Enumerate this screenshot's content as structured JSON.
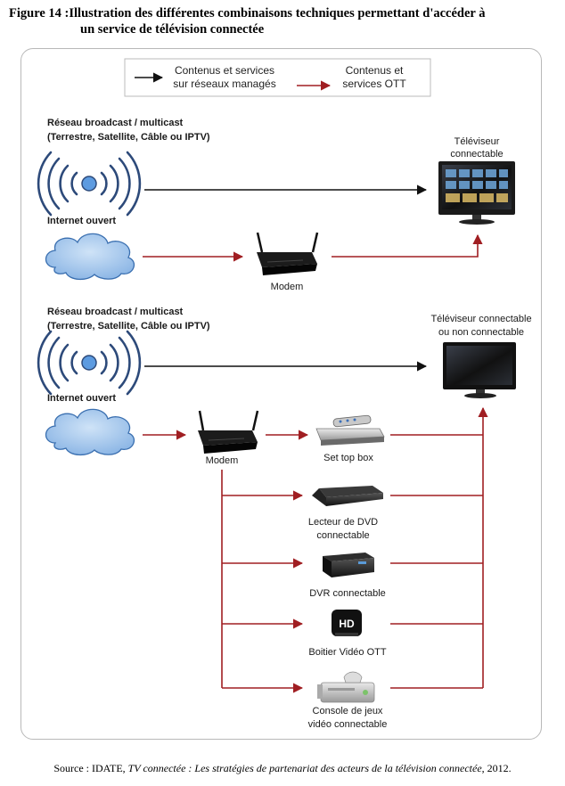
{
  "figure": {
    "title_line1": "Figure 14 :Illustration des différentes combinaisons techniques permettant d'accéder à",
    "title_line2": "un service de télévision connectée"
  },
  "legend": {
    "managed_line1": "Contenus et services",
    "managed_line2": "sur réseaux managés",
    "ott_line1": "Contenus et",
    "ott_line2": "services OTT",
    "colors": {
      "managed": "#111111",
      "ott": "#a01e22"
    }
  },
  "section1": {
    "broadcast_line1": "Réseau broadcast / multicast",
    "broadcast_line2": "(Terrestre, Satellite, Câble ou IPTV)",
    "internet": "Internet ouvert",
    "modem": "Modem",
    "tv_line1": "Téléviseur",
    "tv_line2": "connectable"
  },
  "section2": {
    "broadcast_line1": "Réseau broadcast / multicast",
    "broadcast_line2": "(Terrestre, Satellite, Câble ou IPTV)",
    "internet": "Internet ouvert",
    "modem": "Modem",
    "tv_line1": "Téléviseur connectable",
    "tv_line2": "ou non connectable",
    "devices": {
      "stb": "Set top box",
      "dvd_line1": "Lecteur de DVD",
      "dvd_line2": "connectable",
      "dvr": "DVR connectable",
      "ott": "Boitier Vidéo OTT",
      "ott_badge": "HD",
      "console_line1": "Console de jeux",
      "console_line2": "vidéo connectable"
    }
  },
  "source": {
    "prefix": "Source : IDATE, ",
    "title": "TV connectée : Les stratégies de partenariat des acteurs de la télévision connectée",
    "suffix": ", 2012."
  }
}
